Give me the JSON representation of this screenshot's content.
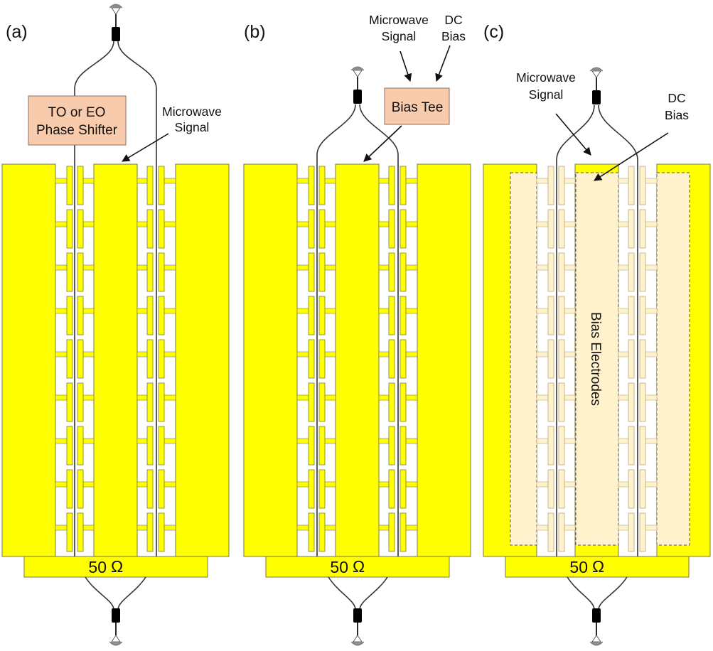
{
  "figure": {
    "description": "Three traveling-wave electrode modulator configurations (a), (b), (c)",
    "colors": {
      "electrode": "#FFFF00",
      "electrode_outline": "#7a7a40",
      "bias_electrode": "#FFF2CC",
      "box_fill": "#F8CBAD",
      "box_outline": "#8a7060",
      "waveguide": "#333333",
      "connector": "#000000",
      "ferrule": "#8c8c8c"
    },
    "segments_per_arm": 9
  },
  "panels": [
    {
      "id": "a",
      "label": "(a)",
      "box": {
        "lines": [
          "TO or EO",
          "Phase Shifter"
        ]
      },
      "callouts": [
        {
          "lines": [
            "Microwave",
            "Signal"
          ]
        }
      ],
      "termination": {
        "value": "50",
        "unit": "Ω"
      }
    },
    {
      "id": "b",
      "label": "(b)",
      "box": {
        "lines": [
          "Bias Tee"
        ]
      },
      "callouts": [
        {
          "lines": [
            "Microwave",
            "Signal"
          ]
        },
        {
          "lines": [
            "DC",
            "Bias"
          ]
        }
      ],
      "termination": {
        "value": "50",
        "unit": "Ω"
      }
    },
    {
      "id": "c",
      "label": "(c)",
      "callouts": [
        {
          "lines": [
            "Microwave",
            "Signal"
          ]
        },
        {
          "lines": [
            "DC",
            "Bias"
          ]
        }
      ],
      "bias_region_label": "Bias Electrodes",
      "termination": {
        "value": "50",
        "unit": "Ω"
      }
    }
  ]
}
